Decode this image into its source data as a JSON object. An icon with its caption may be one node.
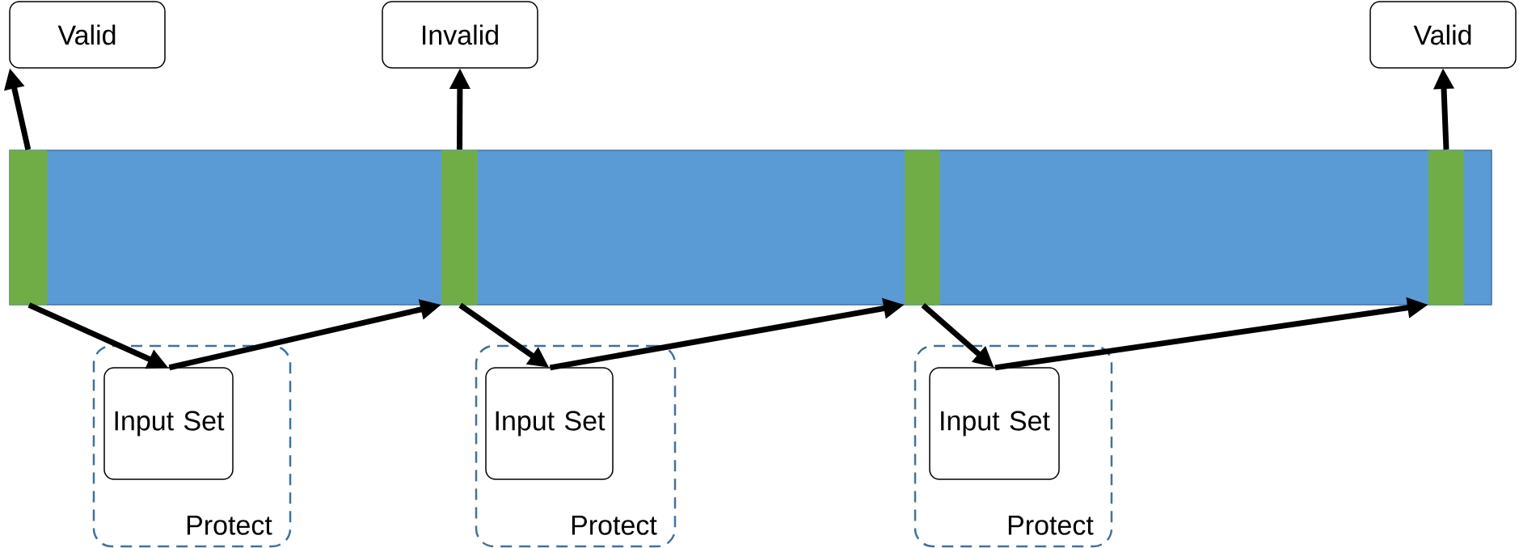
{
  "diagram": {
    "nodes": [
      {
        "text": [
          "Valid"
        ]
      },
      {
        "text": [
          "Invalid"
        ]
      },
      {
        "text": [
          "Valid"
        ]
      },
      {
        "text": [],
        "shape": "bar"
      },
      {
        "text": [],
        "shape": "bar",
        "in": 3
      },
      {
        "text": [],
        "shape": "bar",
        "in": 3
      },
      {
        "text": [],
        "shape": "bar",
        "in": 3
      },
      {
        "text": [],
        "shape": "bar",
        "in": 3
      },
      {
        "text": [
          "Protect"
        ]
      },
      {
        "text": [
          "Input Set"
        ],
        "in": 8
      },
      {
        "text": [
          "Protect"
        ]
      },
      {
        "text": [
          "Input Set"
        ],
        "in": 10
      },
      {
        "text": [
          "Protect"
        ]
      },
      {
        "text": [
          "Input Set"
        ],
        "in": 12
      }
    ],
    "edges": [
      {
        "from": 4,
        "to": 0,
        "arrow": "to"
      },
      {
        "from": 5,
        "to": 1,
        "arrow": "to"
      },
      {
        "from": 7,
        "to": 2,
        "arrow": "to"
      },
      {
        "from": 4,
        "to": 9,
        "arrow": "to"
      },
      {
        "from": 9,
        "to": 5,
        "arrow": "to"
      },
      {
        "from": 5,
        "to": 11,
        "arrow": "to"
      },
      {
        "from": 11,
        "to": 6,
        "arrow": "to"
      },
      {
        "from": 6,
        "to": 13,
        "arrow": "to"
      },
      {
        "from": 13,
        "to": 7,
        "arrow": "to"
      }
    ]
  }
}
